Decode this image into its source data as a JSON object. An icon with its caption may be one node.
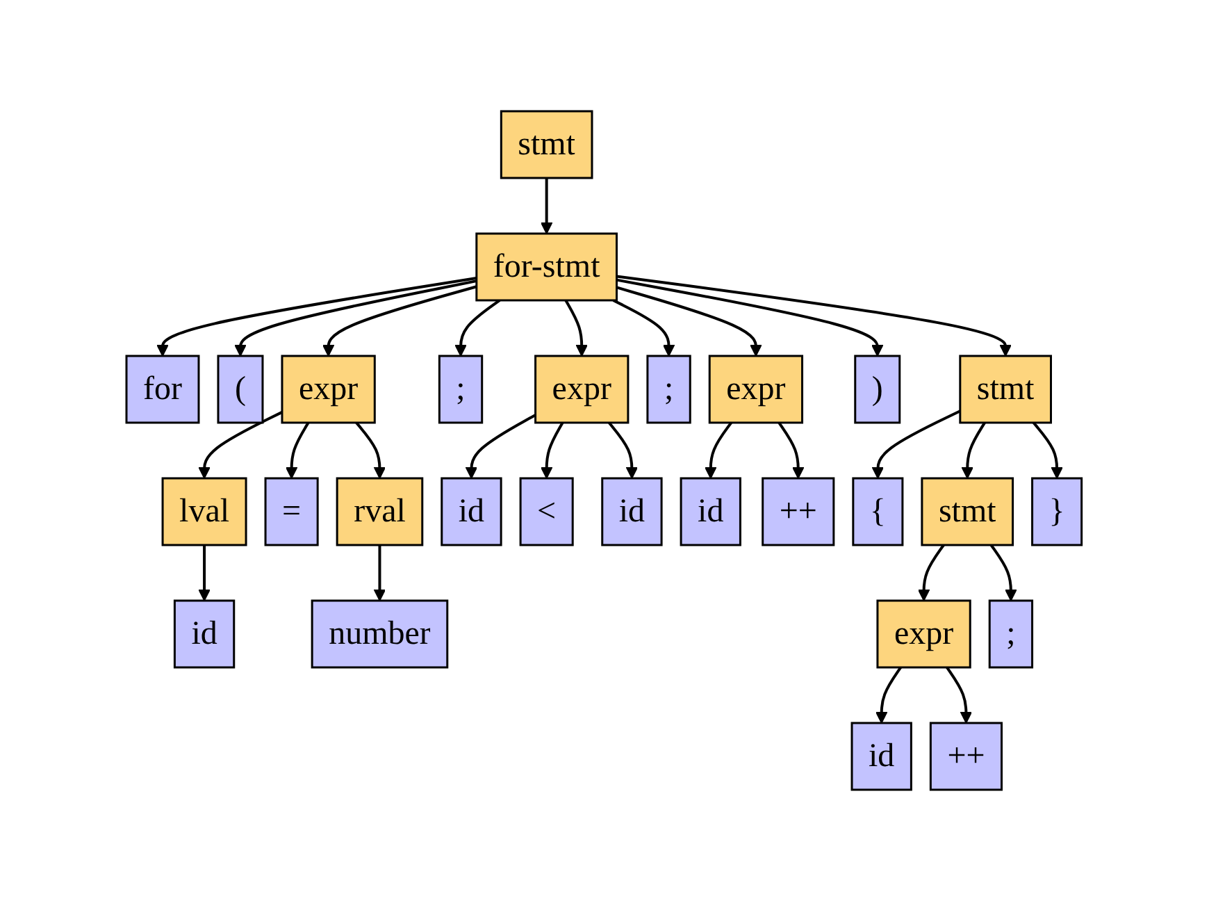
{
  "diagram": {
    "nodes": [
      {
        "text": [
          "stmt"
        ]
      },
      {
        "text": [
          "for-stmt"
        ]
      },
      {
        "text": [
          "for"
        ]
      },
      {
        "text": [
          "("
        ]
      },
      {
        "text": [
          "expr"
        ]
      },
      {
        "text": [
          ";"
        ]
      },
      {
        "text": [
          "expr"
        ]
      },
      {
        "text": [
          ";"
        ]
      },
      {
        "text": [
          "expr"
        ]
      },
      {
        "text": [
          ")"
        ]
      },
      {
        "text": [
          "stmt"
        ]
      },
      {
        "text": [
          "lval"
        ]
      },
      {
        "text": [
          "="
        ]
      },
      {
        "text": [
          "rval"
        ]
      },
      {
        "text": [
          "id"
        ]
      },
      {
        "text": [
          "<"
        ]
      },
      {
        "text": [
          "id"
        ]
      },
      {
        "text": [
          "id"
        ]
      },
      {
        "text": [
          "++"
        ]
      },
      {
        "text": [
          "{"
        ]
      },
      {
        "text": [
          "stmt"
        ]
      },
      {
        "text": [
          "}"
        ]
      },
      {
        "text": [
          "id"
        ]
      },
      {
        "text": [
          "number"
        ]
      },
      {
        "text": [
          "expr"
        ]
      },
      {
        "text": [
          ";"
        ]
      },
      {
        "text": [
          "id"
        ]
      },
      {
        "text": [
          "++"
        ]
      }
    ],
    "edges": [
      {
        "from": 0,
        "to": 1,
        "arrow": "to"
      },
      {
        "from": 1,
        "to": 2,
        "arrow": "to"
      },
      {
        "from": 1,
        "to": 3,
        "arrow": "to"
      },
      {
        "from": 1,
        "to": 4,
        "arrow": "to"
      },
      {
        "from": 1,
        "to": 5,
        "arrow": "to"
      },
      {
        "from": 1,
        "to": 6,
        "arrow": "to"
      },
      {
        "from": 1,
        "to": 7,
        "arrow": "to"
      },
      {
        "from": 1,
        "to": 8,
        "arrow": "to"
      },
      {
        "from": 1,
        "to": 9,
        "arrow": "to"
      },
      {
        "from": 1,
        "to": 10,
        "arrow": "to"
      },
      {
        "from": 4,
        "to": 11,
        "arrow": "to"
      },
      {
        "from": 4,
        "to": 12,
        "arrow": "to"
      },
      {
        "from": 4,
        "to": 13,
        "arrow": "to"
      },
      {
        "from": 6,
        "to": 14,
        "arrow": "to"
      },
      {
        "from": 6,
        "to": 15,
        "arrow": "to"
      },
      {
        "from": 6,
        "to": 16,
        "arrow": "to"
      },
      {
        "from": 8,
        "to": 17,
        "arrow": "to"
      },
      {
        "from": 8,
        "to": 18,
        "arrow": "to"
      },
      {
        "from": 10,
        "to": 19,
        "arrow": "to"
      },
      {
        "from": 10,
        "to": 20,
        "arrow": "to"
      },
      {
        "from": 10,
        "to": 21,
        "arrow": "to"
      },
      {
        "from": 11,
        "to": 22,
        "arrow": "to"
      },
      {
        "from": 13,
        "to": 23,
        "arrow": "to"
      },
      {
        "from": 20,
        "to": 24,
        "arrow": "to"
      },
      {
        "from": 20,
        "to": 25,
        "arrow": "to"
      },
      {
        "from": 24,
        "to": 26,
        "arrow": "to"
      },
      {
        "from": 24,
        "to": 27,
        "arrow": "to"
      }
    ]
  }
}
